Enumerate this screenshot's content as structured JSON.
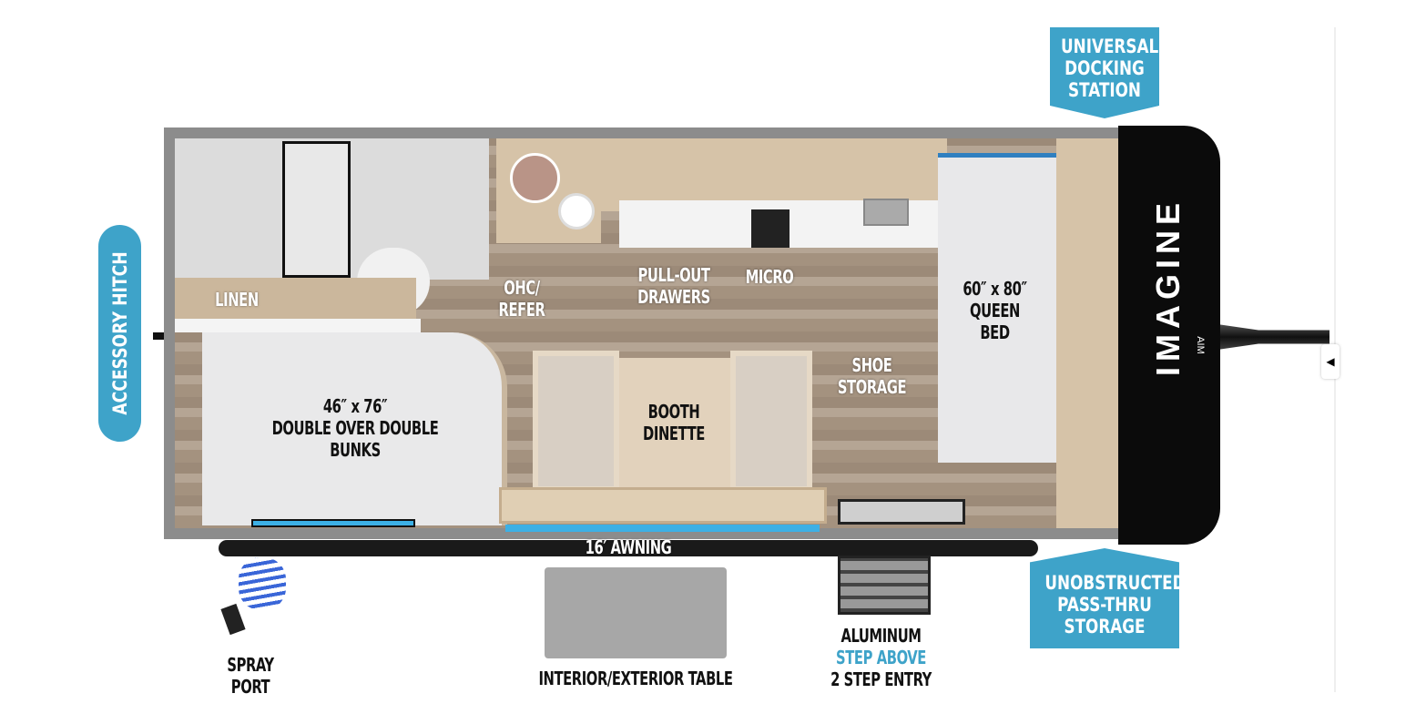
{
  "colors": {
    "accent": "#3ea3c9",
    "body_frame": "#8c8c8c",
    "front_cap": "#0b0b0b",
    "floor": "#a4927f",
    "cabinet": "#d6c3a8"
  },
  "brand": {
    "logo": "IMAGINE",
    "sub": "AIM"
  },
  "callouts": {
    "accessory_hitch": "ACCESSORY HITCH",
    "universal_docking": [
      "UNIVERSAL",
      "DOCKING",
      "STATION"
    ],
    "pass_thru": [
      "UNOBSTRUCTED",
      "PASS-THRU",
      "STORAGE"
    ]
  },
  "labels": {
    "linen": "LINEN",
    "ohc_refer": [
      "OHC/",
      "REFER"
    ],
    "pull_out_drawers": [
      "PULL-OUT",
      "DRAWERS"
    ],
    "micro": "MICRO",
    "queen_bed": [
      "60″ x 80″",
      "QUEEN",
      "BED"
    ],
    "shoe_storage": [
      "SHOE",
      "STORAGE"
    ],
    "booth_dinette": [
      "BOOTH",
      "DINETTE"
    ],
    "bunks": [
      "46″ x 76″",
      "DOUBLE OVER DOUBLE",
      "BUNKS"
    ],
    "awning": "16′ AWNING",
    "spray_port": [
      "SPRAY",
      "PORT"
    ],
    "table": "INTERIOR/EXTERIOR TABLE",
    "step": [
      "ALUMINUM",
      "STEP ABOVE",
      "2 STEP ENTRY"
    ]
  },
  "controls": {
    "collapse_icon": "triangle-left-icon"
  }
}
